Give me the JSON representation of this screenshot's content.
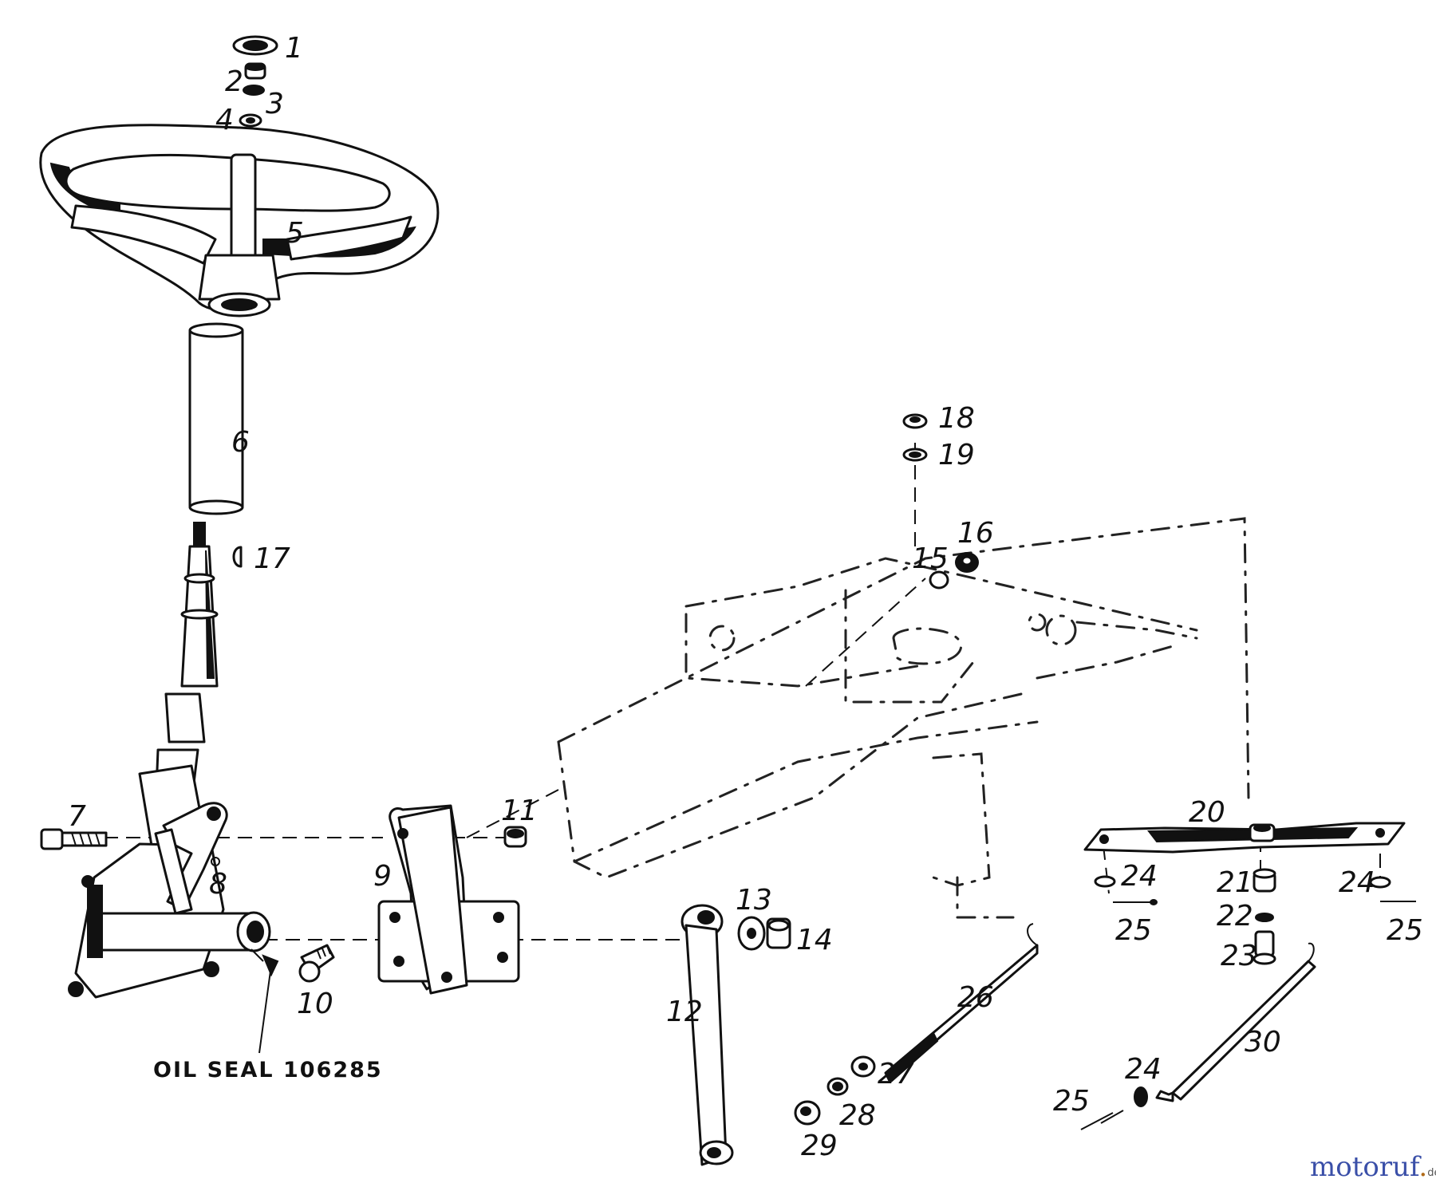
{
  "callouts": {
    "c1": "1",
    "c2": "2",
    "c3": "3",
    "c4": "4",
    "c5": "5",
    "c6": "6",
    "c7": "7",
    "c8": "8",
    "c9": "9",
    "c10": "10",
    "c11": "11",
    "c12": "12",
    "c13": "13",
    "c14": "14",
    "c15": "15",
    "c16": "16",
    "c17": "17",
    "c18": "18",
    "c19": "19",
    "c20": "20",
    "c21": "21",
    "c22": "22",
    "c23": "23",
    "c24a": "24",
    "c24b": "24",
    "c24c": "24",
    "c25a": "25",
    "c25b": "25",
    "c25c": "25",
    "c26": "26",
    "c27": "27",
    "c28": "28",
    "c29": "29",
    "c30": "30"
  },
  "note": "OIL SEAL 106285",
  "watermark": {
    "name_a": "motoruf",
    "name_b": ".",
    "suffix": "de",
    "color_a": "#3a4fa8",
    "color_b": "#b06a18"
  }
}
